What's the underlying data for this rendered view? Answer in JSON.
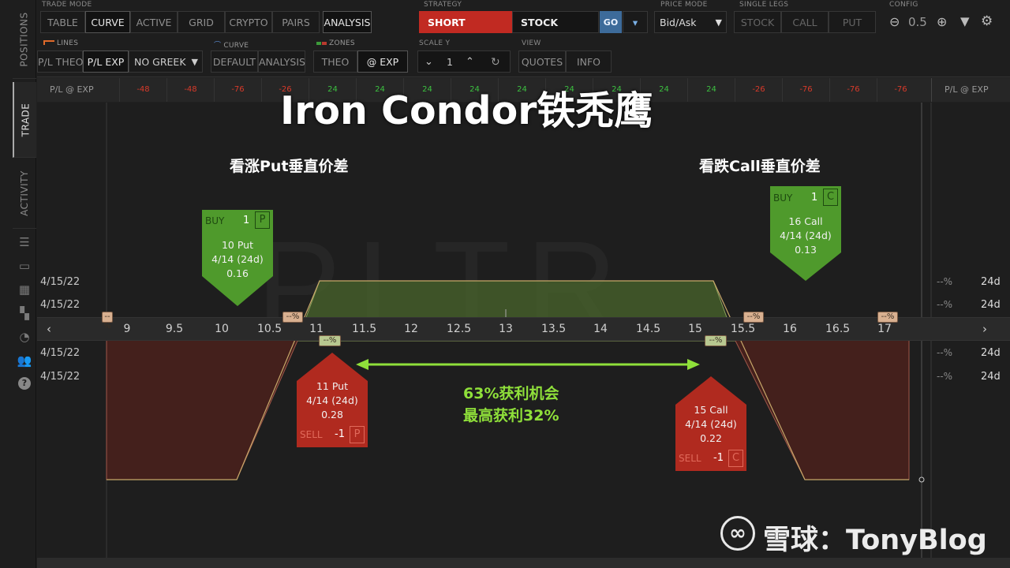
{
  "sidebar": {
    "tabs": [
      "POSITIONS",
      "TRADE",
      "ACTIVITY"
    ]
  },
  "toolbar": {
    "trade_mode": {
      "label": "TRADE MODE",
      "tabs": [
        "TABLE",
        "CURVE",
        "ACTIVE",
        "GRID",
        "CRYPTO",
        "PAIRS"
      ],
      "analysis": "ANALYSIS"
    },
    "strategy": {
      "label": "STRATEGY",
      "short": "SHORT",
      "stock": "STOCK",
      "go": "GO"
    },
    "price_mode": {
      "label": "PRICE MODE",
      "value": "Bid/Ask"
    },
    "single_legs": {
      "label": "SINGLE LEGS",
      "buttons": [
        "STOCK",
        "CALL",
        "PUT"
      ]
    },
    "config": {
      "label": "CONFIG",
      "zoom": "0.5"
    },
    "lines": {
      "label": "LINES",
      "buttons": [
        "P/L THEO",
        "P/L EXP"
      ],
      "greek": "NO GREEK"
    },
    "curve": {
      "label": "CURVE",
      "buttons": [
        "DEFAULT",
        "ANALYSIS"
      ]
    },
    "zones": {
      "label": "ZONES",
      "buttons": [
        "THEO",
        "@ EXP"
      ]
    },
    "scale_y": {
      "label": "SCALE Y",
      "value": "1"
    },
    "view": {
      "label": "VIEW",
      "buttons": [
        "QUOTES",
        "INFO"
      ]
    }
  },
  "header": {
    "left": "P/L @ EXP",
    "right": "P/L @ EXP",
    "values": [
      "-48",
      "-48",
      "-76",
      "-26",
      "24",
      "24",
      "24",
      "24",
      "24",
      "24",
      "24",
      "24",
      "24",
      "-26",
      "-76",
      "-76",
      "-76"
    ]
  },
  "overlay": {
    "title": "Iron Condor铁秃鹰",
    "put_spread": "看涨Put垂直价差",
    "call_spread": "看跌Call垂直价差",
    "profit_line1": "63%获利机会",
    "profit_line2": "最高获利32%",
    "watermark": "PLTR",
    "brand": "雪球：TonyBlog"
  },
  "chart": {
    "strikes": [
      "9",
      "9.5",
      "10",
      "10.5",
      "11",
      "11.5",
      "12",
      "12.5",
      "13",
      "13.5",
      "14",
      "14.5",
      "15",
      "15.5",
      "16",
      "16.5",
      "17"
    ],
    "dates": [
      "4/15/22",
      "4/15/22",
      "4/15/22",
      "4/15/22"
    ],
    "right_labels": [
      {
        "pct": "--%",
        "days": "24d"
      },
      {
        "pct": "--%",
        "days": "24d"
      },
      {
        "pct": "--%",
        "days": "24d"
      },
      {
        "pct": "--%",
        "days": "24d"
      }
    ],
    "chips": [
      "--%",
      "--%",
      "--%",
      "--%",
      "--%",
      "--%"
    ]
  },
  "legs": [
    {
      "action": "BUY",
      "qty": "1",
      "type": "P",
      "line1": "10 Put",
      "line2": "4/14 (24d)",
      "line3": "0.16"
    },
    {
      "action": "BUY",
      "qty": "1",
      "type": "C",
      "line1": "16 Call",
      "line2": "4/14 (24d)",
      "line3": "0.13"
    },
    {
      "action": "SELL",
      "qty": "-1",
      "type": "P",
      "line1": "11 Put",
      "line2": "4/14 (24d)",
      "line3": "0.28"
    },
    {
      "action": "SELL",
      "qty": "-1",
      "type": "C",
      "line1": "15 Call",
      "line2": "4/14 (24d)",
      "line3": "0.22"
    }
  ],
  "colors": {
    "profit_zone": "#6b8a36",
    "loss_zone": "#6b2a24",
    "buy_card": "#4f9a2c",
    "sell_card": "#b02a1f",
    "arrow": "#8fe03a",
    "short_btn": "#c12a22",
    "go_btn": "#3d6b9a"
  }
}
